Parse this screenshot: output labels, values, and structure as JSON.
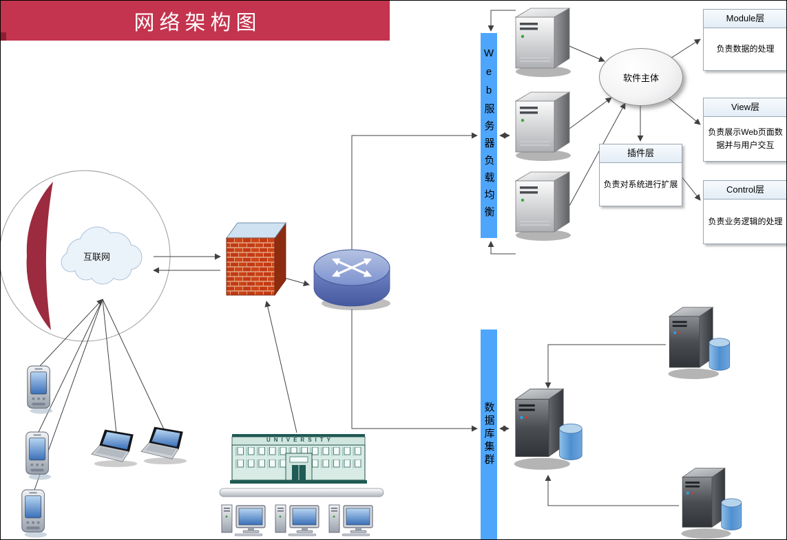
{
  "title": "网络架构图",
  "internet_cloud": {
    "label": "互联网"
  },
  "web_lb_bar": {
    "label": "Web服务器负载均衡"
  },
  "db_cluster_bar": {
    "label": "数据库集群"
  },
  "software_ellipse": {
    "label": "软件主体"
  },
  "layer_boxes": {
    "module": {
      "title": "Module层",
      "body": "负责数据的处理"
    },
    "view": {
      "title": "View层",
      "body": "负责展示Web页面数据并与用户交互"
    },
    "plugin": {
      "title": "插件层",
      "body": "负责对系统进行扩展"
    },
    "control": {
      "title": "Control层",
      "body": "负责业务逻辑的处理"
    }
  },
  "building": {
    "label": "UNIVERSITY"
  },
  "node_counts": {
    "web_servers": 3,
    "database_servers": 3,
    "smartphones": 3,
    "laptops": 2,
    "workstations": 3
  },
  "icons": {
    "internet": "cloud-icon",
    "gateway": "firewall-icon",
    "switch": "router-icon",
    "web_server": "server-tower-icon",
    "database": "server-with-db-cylinder-icon",
    "mobile_client": "smartphone-icon",
    "laptop_client": "laptop-icon",
    "campus": "university-building-icon",
    "desktop_client": "workstation-icon"
  },
  "colors": {
    "banner_red": "#C4344E",
    "crescent_maroon": "#9C2B3F",
    "bar_blue": "#4EA6FC",
    "connector_gray": "#404040",
    "building_teal": "#1F5A54"
  }
}
